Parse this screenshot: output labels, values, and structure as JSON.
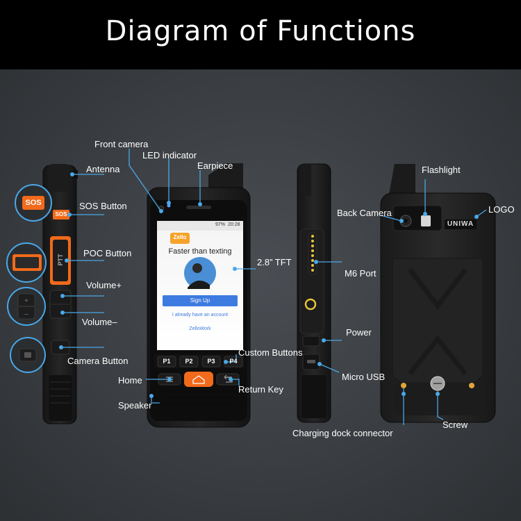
{
  "title": "Diagram of Functions",
  "labels": {
    "front_camera": "Front camera",
    "led_indicator": "LED indicator",
    "earpiece": "Earpiece",
    "antenna": "Antenna",
    "sos_button": "SOS Button",
    "poc_button": "POC Button",
    "volume_up": "Volume+",
    "volume_down": "Volume–",
    "camera_button": "Camera Button",
    "custom_buttons": "Custom Buttons",
    "home": "Home",
    "return_key": "Return Key",
    "speaker": "Speaker",
    "tft": "2.8” TFT",
    "m6_port": "M6 Port",
    "power": "Power",
    "micro_usb": "Micro USB",
    "flashlight": "Flashlight",
    "back_camera": "Back Camera",
    "logo": "LOGO",
    "screw": "Screw",
    "charging_dock": "Charging dock connector"
  },
  "device": {
    "sos_mark": "SOS",
    "ptt_mark": "PTT",
    "brand": "UNIWA",
    "keys": [
      "P1",
      "P2",
      "P3",
      "P4"
    ]
  },
  "screen": {
    "battery": "97%",
    "time": "20:28",
    "app_logo": "Zello",
    "headline": "Faster than texting",
    "signup": "Sign Up",
    "have_account": "I already have an account",
    "zellowork": "ZelloWork"
  },
  "colors": {
    "accent_orange": "#f26a1b",
    "callout_blue": "#4aa8e8",
    "signup_blue": "#3d7be0"
  }
}
